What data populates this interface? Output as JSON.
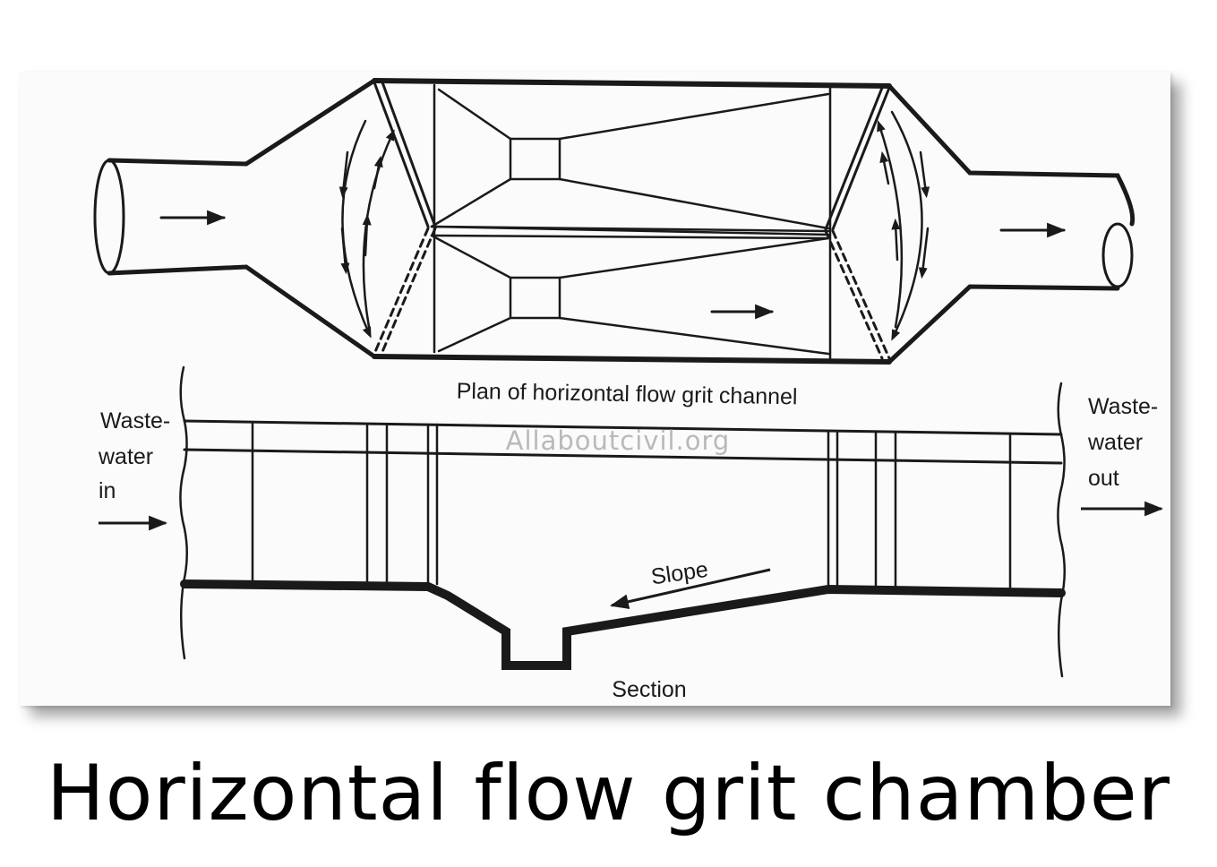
{
  "diagram": {
    "plan_label": "Plan of horizontal flow grit channel",
    "section_label": "Section",
    "slope_label": "Slope",
    "inlet_label": [
      "Waste-",
      "water",
      "in"
    ],
    "outlet_label": [
      "Waste-",
      "water",
      "out"
    ],
    "watermark": "Allaboutcivil.org"
  },
  "caption": "Horizontal flow grit chamber"
}
